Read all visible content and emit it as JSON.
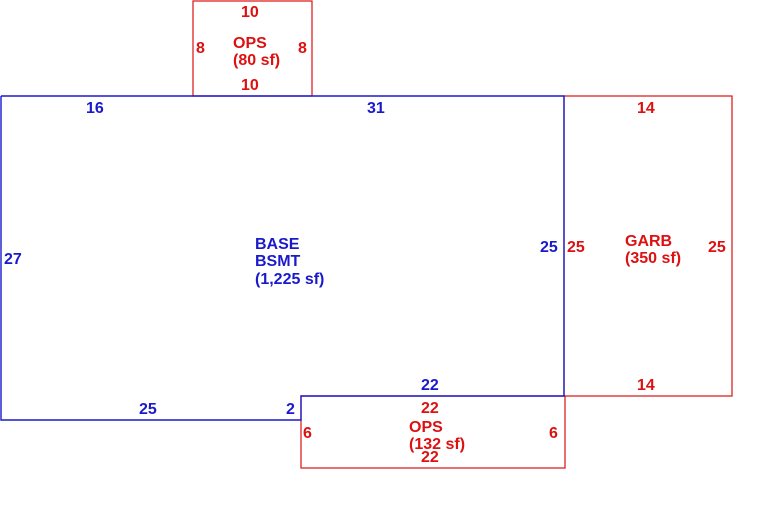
{
  "colors": {
    "base": "#1a1acc",
    "addition": "#dd1111"
  },
  "areas": {
    "base": {
      "line1": "BASE",
      "line2": "BSMT",
      "line3": "(1,225 sf)"
    },
    "ops_top": {
      "line1": "OPS",
      "line2": "(80 sf)"
    },
    "garb": {
      "line1": "GARB",
      "line2": "(350 sf)"
    },
    "ops_bottom": {
      "line1": "OPS",
      "line2": "(132 sf)"
    }
  },
  "dims": {
    "base_top_left": "16",
    "base_top_right": "31",
    "base_left": "27",
    "base_right": "25",
    "base_bottom_inner": "22",
    "base_bottom_left": "25",
    "base_step": "2",
    "ops_top_top": "10",
    "ops_top_bottom": "10",
    "ops_top_left": "8",
    "ops_top_right": "8",
    "garb_top": "14",
    "garb_bottom": "14",
    "garb_left": "25",
    "garb_right": "25",
    "ops_bottom_top": "22",
    "ops_bottom_bottom": "22",
    "ops_bottom_left": "6",
    "ops_bottom_right": "6"
  }
}
